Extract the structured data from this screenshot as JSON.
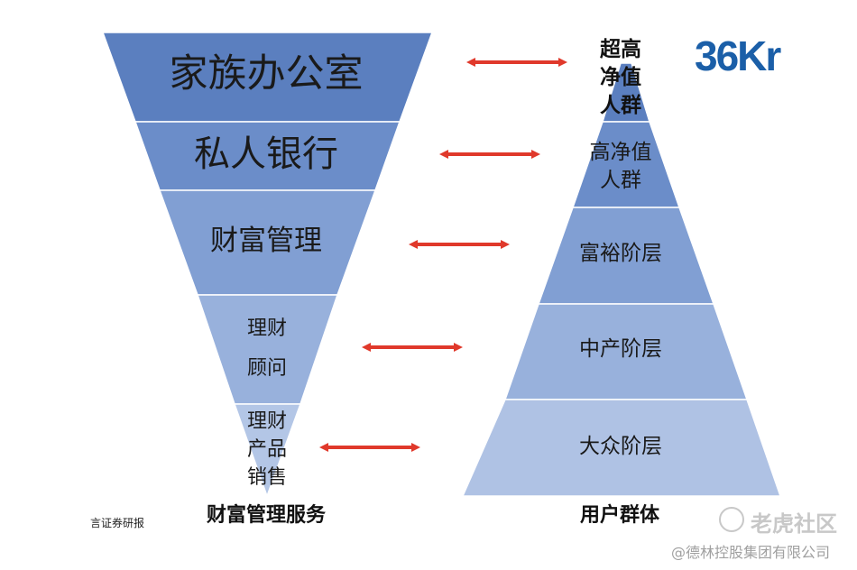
{
  "logo": {
    "text": "36Kr",
    "color": "#1b5fa8"
  },
  "services": {
    "caption": "财富管理服务",
    "tiers": [
      {
        "label": "家族办公室",
        "color": "#5b7fbf"
      },
      {
        "label": "私人银行",
        "color": "#6b8dc9"
      },
      {
        "label": "财富管理",
        "color": "#819fd3"
      },
      {
        "label": "理财\n顾问",
        "color": "#98b1dc"
      },
      {
        "label": "理财\n产品\n销售",
        "color": "#b3c6e6"
      }
    ]
  },
  "groups": {
    "caption": "用户群体",
    "tiers": [
      {
        "label": "超高\n净值\n人群",
        "color": "#5b7fbf"
      },
      {
        "label": "高净值\n人群",
        "color": "#6b8dc9"
      },
      {
        "label": "富裕阶层",
        "color": "#819fd3"
      },
      {
        "label": "中产阶层",
        "color": "#98b1dc"
      },
      {
        "label": "大众阶层",
        "color": "#afc2e4"
      }
    ]
  },
  "arrow_color": "#e0392b",
  "source": "言证券研报",
  "watermark": {
    "site": "老虎社区",
    "company": "@德林控股集团有限公司"
  }
}
